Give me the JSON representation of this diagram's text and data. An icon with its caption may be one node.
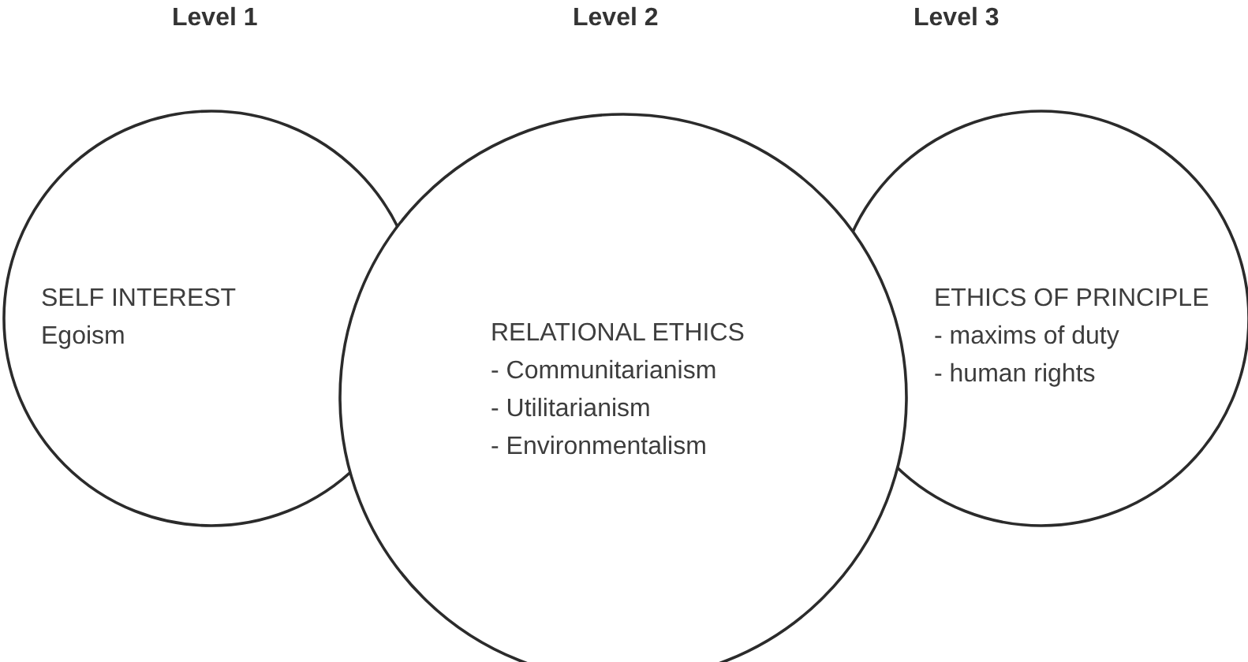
{
  "diagram": {
    "nodes": [
      {
        "text": [
          "SELF INTEREST",
          "Egoism"
        ]
      },
      {
        "text": [
          "RELATIONAL ETHICS",
          "- Communitarianism",
          "- Utilitarianism",
          "- Environmentalism"
        ]
      },
      {
        "text": [
          "ETHICS OF PRINCIPLE",
          "- maxims of duty",
          "- human rights"
        ]
      }
    ],
    "labels": [
      "Level 1",
      "Level 2",
      "Level 3"
    ]
  }
}
